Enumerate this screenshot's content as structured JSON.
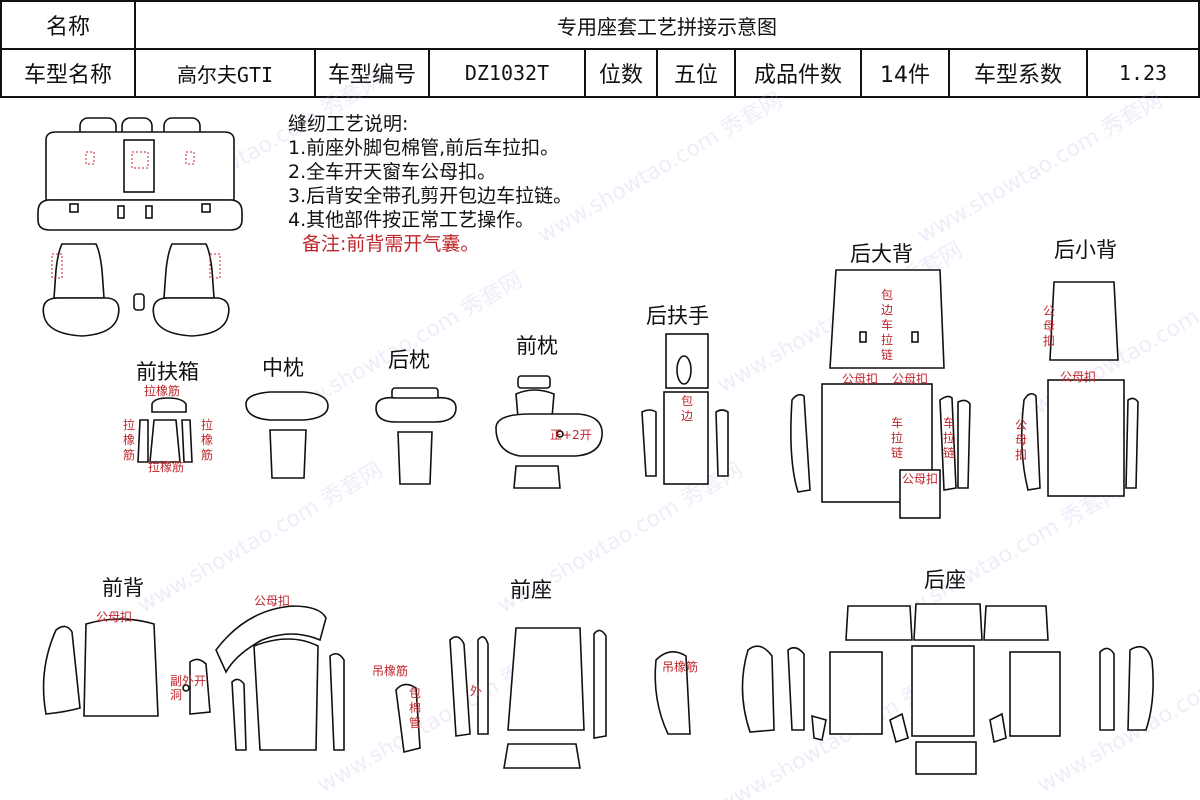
{
  "header": {
    "name_label": "名称",
    "title": "专用座套工艺拼接示意图",
    "model_name_label": "车型名称",
    "model_name": "高尔夫GTI",
    "model_code_label": "车型编号",
    "model_code": "DZ1032T",
    "seats_label": "位数",
    "seats": "五位",
    "pieces_label": "成品件数",
    "pieces": "14件",
    "coef_label": "车型系数",
    "coef": "1.23"
  },
  "notes": {
    "heading": "缝纫工艺说明:",
    "items": [
      "1.前座外脚包棉管,前后车拉扣。",
      "2.全车开天窗车公母扣。",
      "3.后背安全带孔剪开包边车拉链。",
      "4.其他部件按正常工艺操作。"
    ],
    "remark": "备注:前背需开气囊。"
  },
  "sections": {
    "front_armrest": "前扶箱",
    "center_pillow": "中枕",
    "rear_pillow": "后枕",
    "front_pillow": "前枕",
    "rear_armrest": "后扶手",
    "rear_big_back": "后大背",
    "rear_small_back": "后小背",
    "front_back": "前背",
    "front_seat": "前座",
    "rear_seat": "后座"
  },
  "annotations": {
    "elastic_pull": "拉橡筋",
    "elastic_pull_v": "拉橡筋",
    "snap": "公母扣",
    "snap_v": "公母扣",
    "zipper_v": "车拉链",
    "edge_zip_v": "包边车拉链",
    "edge_v": "包边",
    "front_two_open": "正+2开",
    "hang_elastic": "吊橡筋",
    "cotton_tube_v": "包棉管",
    "outer": "外",
    "aux_hole": "副外开洞"
  },
  "watermark": "www.showtao.com 秀套网",
  "colors": {
    "red": "#c0262c",
    "ink": "#111111"
  }
}
